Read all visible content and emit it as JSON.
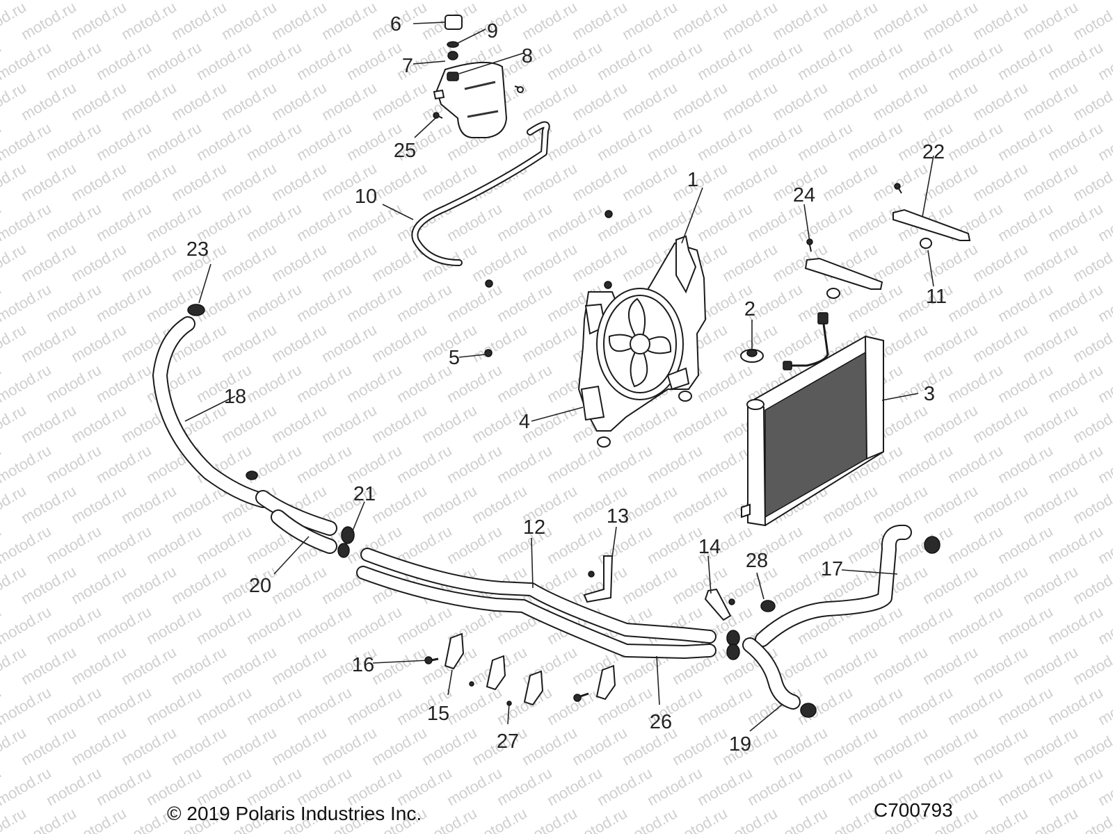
{
  "callouts": [
    {
      "id": "c1",
      "text": "1"
    },
    {
      "id": "c2",
      "text": "2"
    },
    {
      "id": "c3",
      "text": "3"
    },
    {
      "id": "c4",
      "text": "4"
    },
    {
      "id": "c5",
      "text": "5"
    },
    {
      "id": "c6",
      "text": "6"
    },
    {
      "id": "c7",
      "text": "7"
    },
    {
      "id": "c8",
      "text": "8"
    },
    {
      "id": "c9",
      "text": "9"
    },
    {
      "id": "c10",
      "text": "10"
    },
    {
      "id": "c11",
      "text": "11"
    },
    {
      "id": "c12",
      "text": "12"
    },
    {
      "id": "c13",
      "text": "13"
    },
    {
      "id": "c14",
      "text": "14"
    },
    {
      "id": "c15",
      "text": "15"
    },
    {
      "id": "c16",
      "text": "16"
    },
    {
      "id": "c17",
      "text": "17"
    },
    {
      "id": "c18",
      "text": "18"
    },
    {
      "id": "c19",
      "text": "19"
    },
    {
      "id": "c20",
      "text": "20"
    },
    {
      "id": "c21",
      "text": "21"
    },
    {
      "id": "c22",
      "text": "22"
    },
    {
      "id": "c23",
      "text": "23"
    },
    {
      "id": "c24",
      "text": "24"
    },
    {
      "id": "c25",
      "text": "25"
    },
    {
      "id": "c26",
      "text": "26"
    },
    {
      "id": "c27",
      "text": "27"
    },
    {
      "id": "c28",
      "text": "28"
    }
  ],
  "watermark": "motod.ru",
  "footer": {
    "copyright": "© 2019 Polaris Industries Inc.",
    "diagram_code": "C700793"
  }
}
